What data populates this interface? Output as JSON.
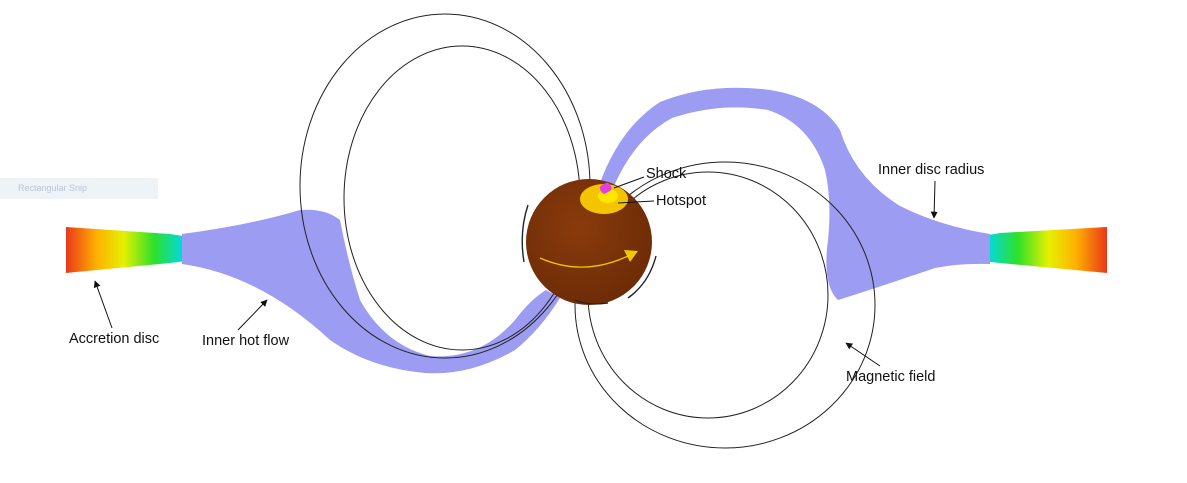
{
  "overlay": {
    "snip_label": "Rectangular Snip"
  },
  "labels": {
    "accretion_disc": "Accretion disc",
    "inner_hot_flow": "Inner hot flow",
    "shock": "Shock",
    "hotspot": "Hotspot",
    "inner_disc_radius": "Inner disc radius",
    "magnetic_field": "Magnetic field"
  },
  "colors": {
    "flow": "#9c9cf2",
    "star": "#7a3208",
    "hotspot": "#f5c400",
    "shock": "#e040e0",
    "arrow": "#f0c800",
    "field_line": "#222222"
  }
}
